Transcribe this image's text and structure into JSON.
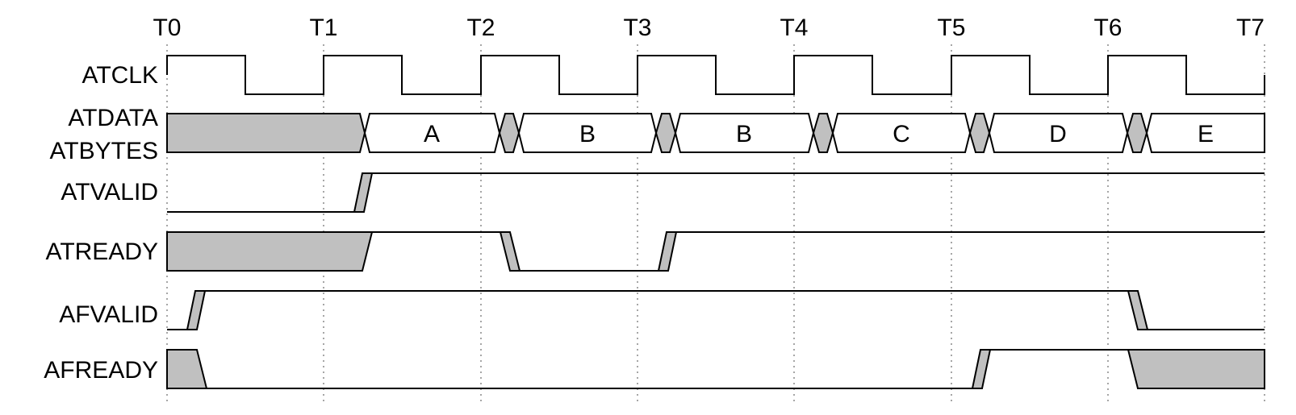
{
  "time_markers": [
    "T0",
    "T1",
    "T2",
    "T3",
    "T4",
    "T5",
    "T6",
    "T7"
  ],
  "signals": [
    {
      "id": "atclk",
      "lines": [
        "ATCLK"
      ]
    },
    {
      "id": "atdata",
      "lines": [
        "ATDATA",
        "ATBYTES"
      ]
    },
    {
      "id": "atvalid",
      "lines": [
        "ATVALID"
      ]
    },
    {
      "id": "atready",
      "lines": [
        "ATREADY"
      ]
    },
    {
      "id": "afvalid",
      "lines": [
        "AFVALID"
      ]
    },
    {
      "id": "afready",
      "lines": [
        "AFREADY"
      ]
    }
  ],
  "data_values": [
    "A",
    "B",
    "B",
    "C",
    "D",
    "E"
  ],
  "colors": {
    "undefined_fill": "#c0c0c0",
    "line": "#000000",
    "grid": "#888888"
  }
}
